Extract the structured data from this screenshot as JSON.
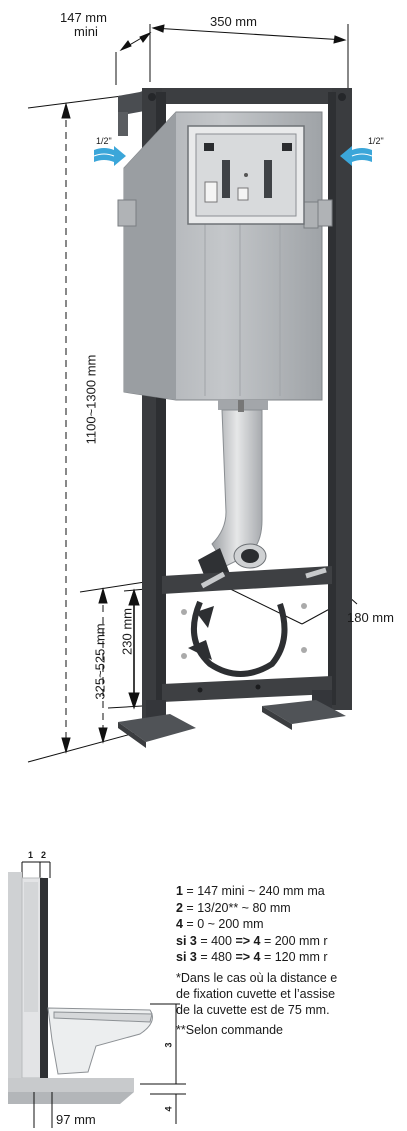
{
  "dims": {
    "depth_min": "147 mm",
    "depth_min_sub": "mini",
    "width": "350 mm",
    "height": "1100~1300 mm",
    "bolt_height": "325~525 mm",
    "drain_height": "230 mm",
    "bolt_spacing": "180 mm",
    "inlet_left": "1/2\"",
    "inlet_right": "1/2\"",
    "offset": "97 mm"
  },
  "side_labels": {
    "one": "1",
    "two": "2",
    "three": "3",
    "four": "4"
  },
  "legend": {
    "l1_num": "1",
    "l1_text": " = 147 mini ~ 240 mm ma",
    "l2_num": "2",
    "l2_text": " = 13/20** ~ 80 mm",
    "l3_num": "4",
    "l3_text": " = 0 ~ 200 mm",
    "l4_si": "si 3",
    "l4_eq": " = 400 ",
    "l4_arrow": "=> 4",
    "l4_rest": " = 200 mm r",
    "l5_si": "si 3",
    "l5_eq": " = 480 ",
    "l5_arrow": "=> 4",
    "l5_rest": " = 120 mm r",
    "note_1": "*Dans le cas où la distance e",
    "note_2": "de fixation cuvette et l’assise",
    "note_3": "de la cuvette est de 75 mm.",
    "note_4": "**Selon commande"
  },
  "colors": {
    "frame": "#3b3d40",
    "tank": "#b9bcbf",
    "arrow": "#3ba6d9"
  }
}
